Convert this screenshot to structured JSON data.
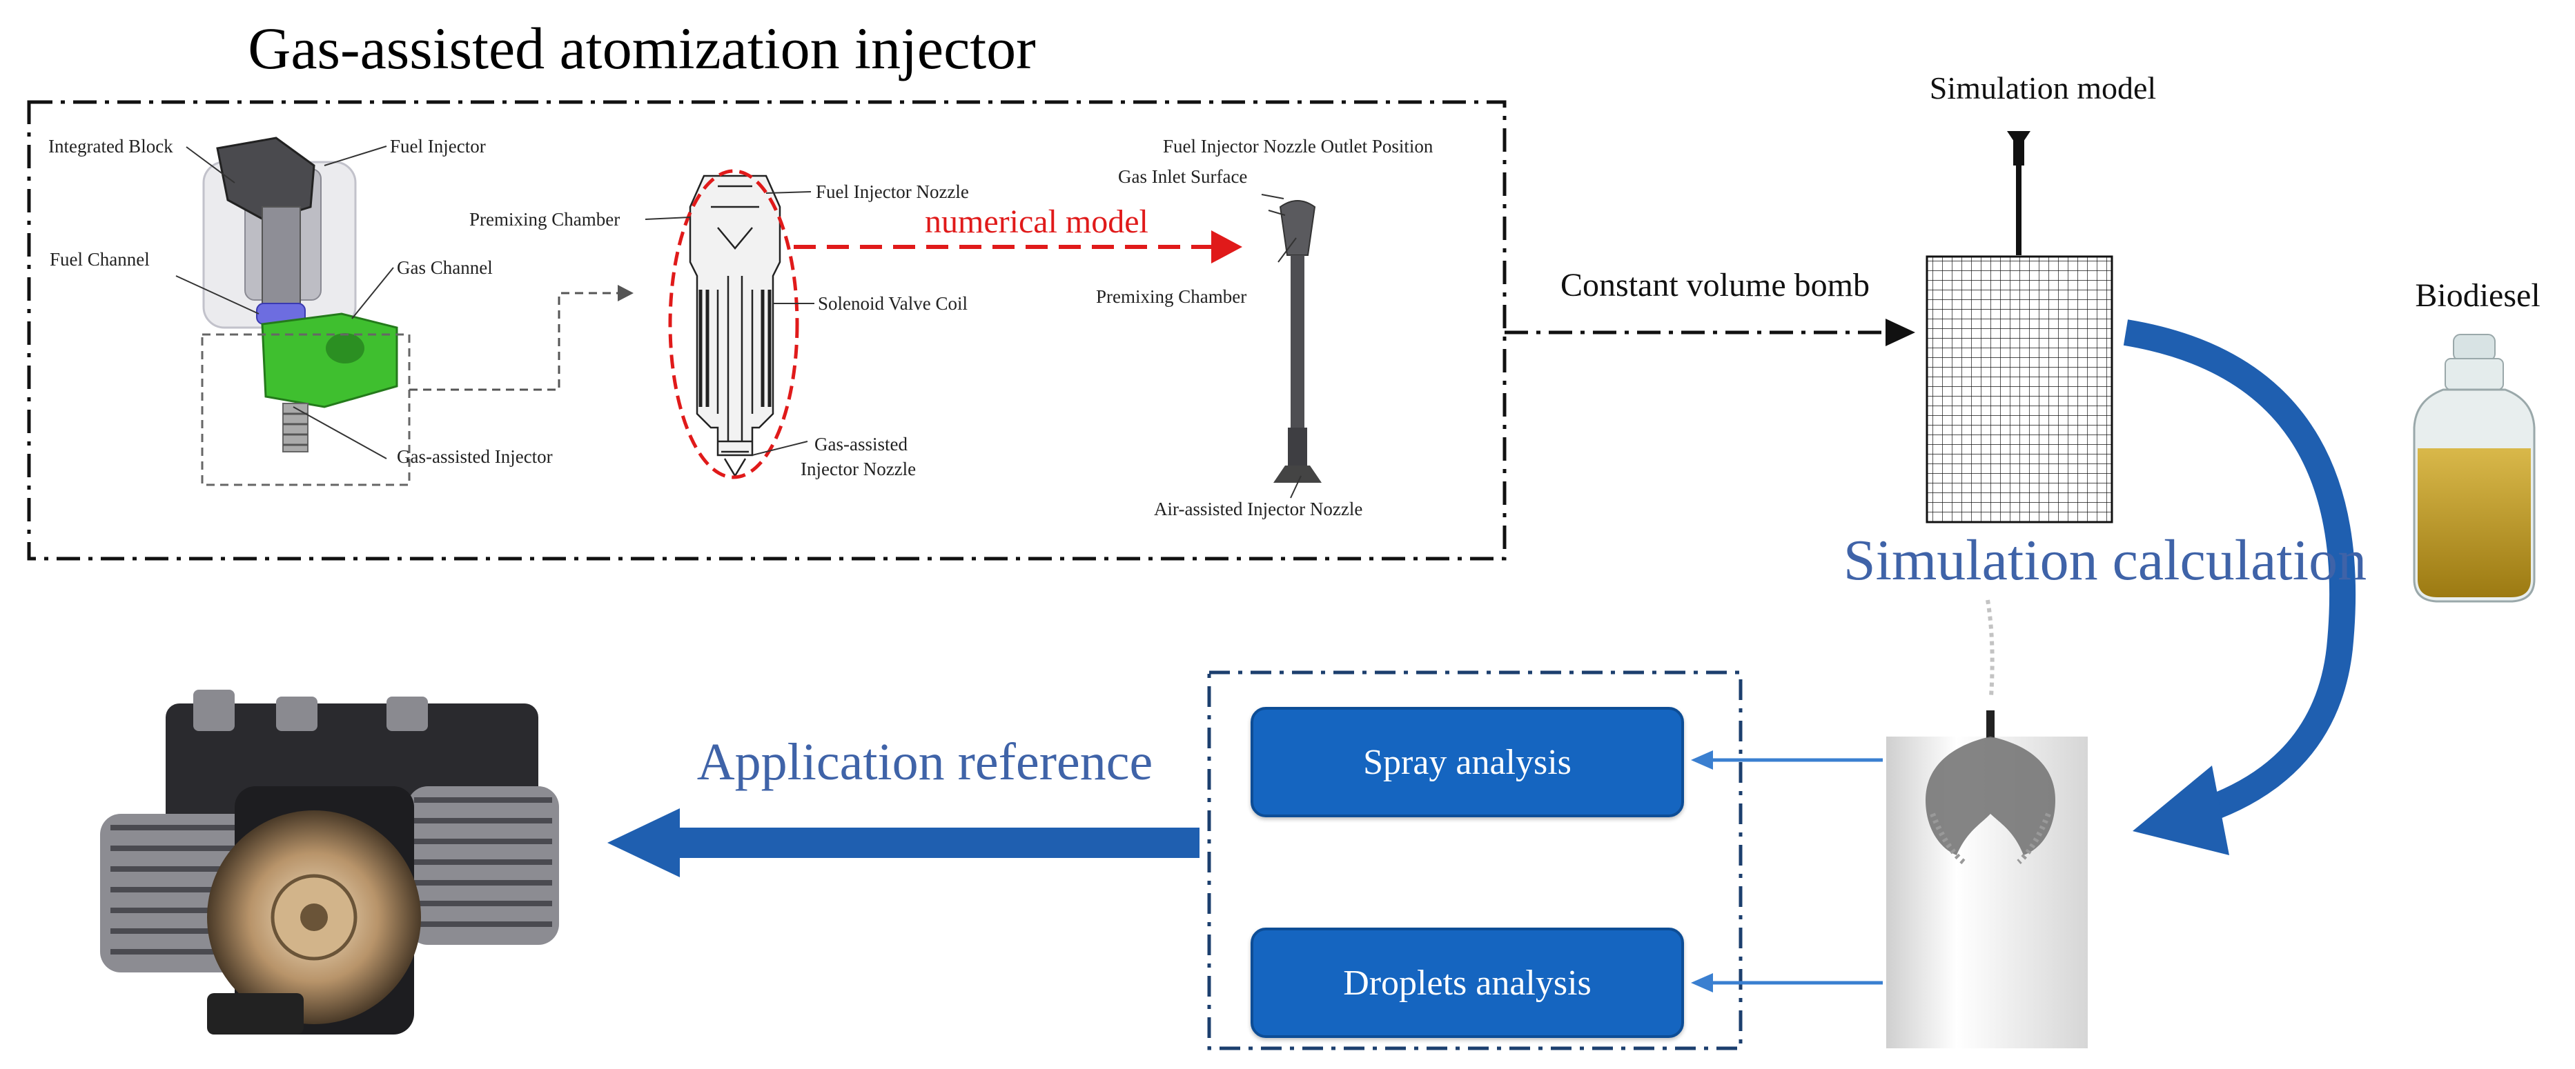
{
  "title": "Gas-assisted atomization injector",
  "injector_callouts": {
    "integrated_block": "Integrated Block",
    "fuel_injector": "Fuel Injector",
    "fuel_channel": "Fuel Channel",
    "gas_channel": "Gas Channel",
    "gas_assisted_injector": "Gas-assisted Injector"
  },
  "section_callouts": {
    "premixing_chamber": "Premixing Chamber",
    "fuel_injector_nozzle": "Fuel Injector Nozzle",
    "solenoid_valve_coil": "Solenoid Valve Coil",
    "gas_assisted_nozzle_line1": "Gas-assisted",
    "gas_assisted_nozzle_line2": "Injector Nozzle"
  },
  "numerical_model_label": "numerical model",
  "model_callouts": {
    "fuel_injector_outlet": "Fuel Injector Nozzle Outlet Position",
    "gas_inlet_surface": "Gas Inlet Surface",
    "premixing_chamber": "Premixing Chamber",
    "air_assisted_nozzle": "Air-assisted Injector Nozzle"
  },
  "constant_volume_bomb": "Constant volume bomb",
  "simulation_model": "Simulation model",
  "biodiesel": "Biodiesel",
  "simulation_calculation": "Simulation calculation",
  "spray_analysis": "Spray analysis",
  "droplets_analysis": "Droplets analysis",
  "application_reference": "Application reference",
  "colors": {
    "accent_blue": "#1565c0",
    "arrow_blue": "#1f5fb0",
    "label_blue": "#3f63a8",
    "model_red": "#e01a1a",
    "injector_green": "#3fbf2f"
  }
}
